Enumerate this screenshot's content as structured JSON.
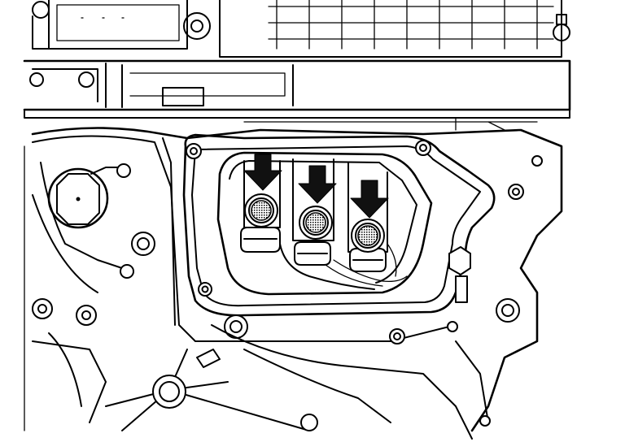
{
  "figure": {
    "kind": "line-art technical diagram",
    "colors": {
      "line": "#000000",
      "background": "#ffffff",
      "arrow_fill": "#111111"
    }
  },
  "arrows": [
    {
      "id": "arrow-1",
      "icon": "down-arrow-icon",
      "target": "screen-1"
    },
    {
      "id": "arrow-2",
      "icon": "down-arrow-icon",
      "target": "screen-2"
    },
    {
      "id": "arrow-3",
      "icon": "down-arrow-icon",
      "target": "screen-3"
    }
  ],
  "screens": [
    {
      "id": "screen-1",
      "icon": "mesh-filter-icon"
    },
    {
      "id": "screen-2",
      "icon": "mesh-filter-icon"
    },
    {
      "id": "screen-3",
      "icon": "mesh-filter-icon"
    }
  ]
}
